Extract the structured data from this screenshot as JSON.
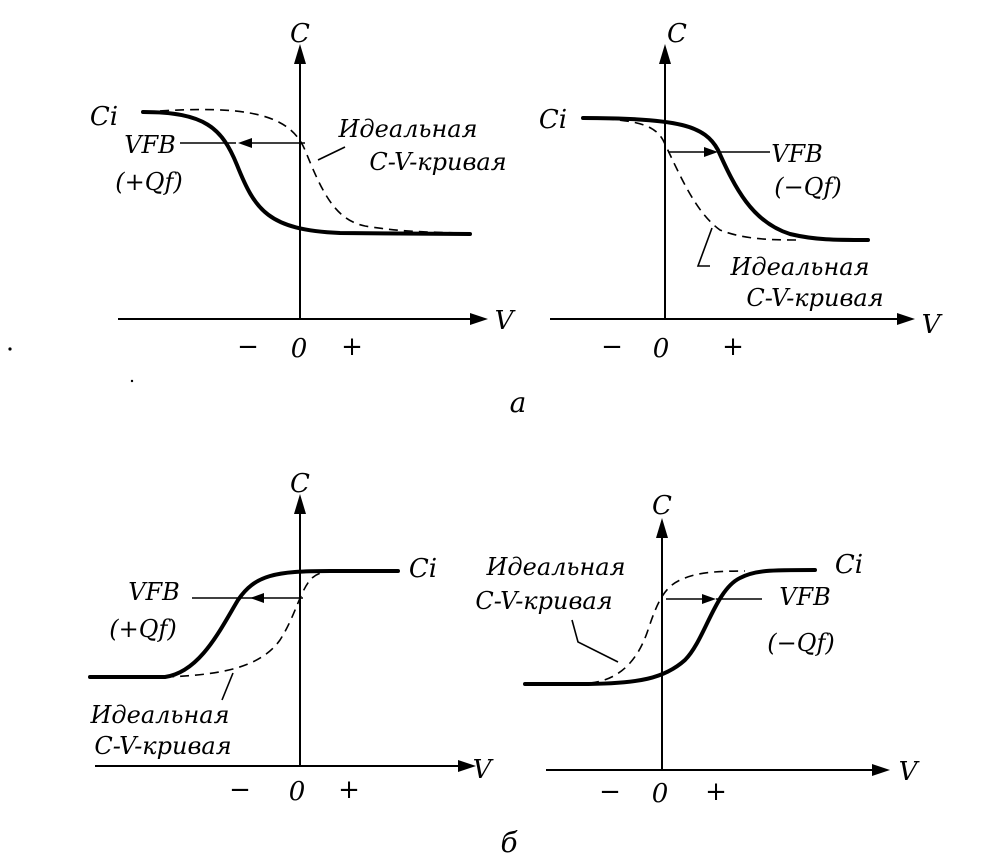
{
  "labels": {
    "c": "C",
    "v": "V",
    "ci": "Ci",
    "vfb": "VFB",
    "plus_qf": "(+Qf)",
    "minus_qf": "(−Qf)",
    "minus": "−",
    "zero": "0",
    "plus": "+",
    "ideal_line1": "Идеальная",
    "ideal_line2": "C-V-кривая",
    "part_a": "a",
    "part_b": "б"
  }
}
